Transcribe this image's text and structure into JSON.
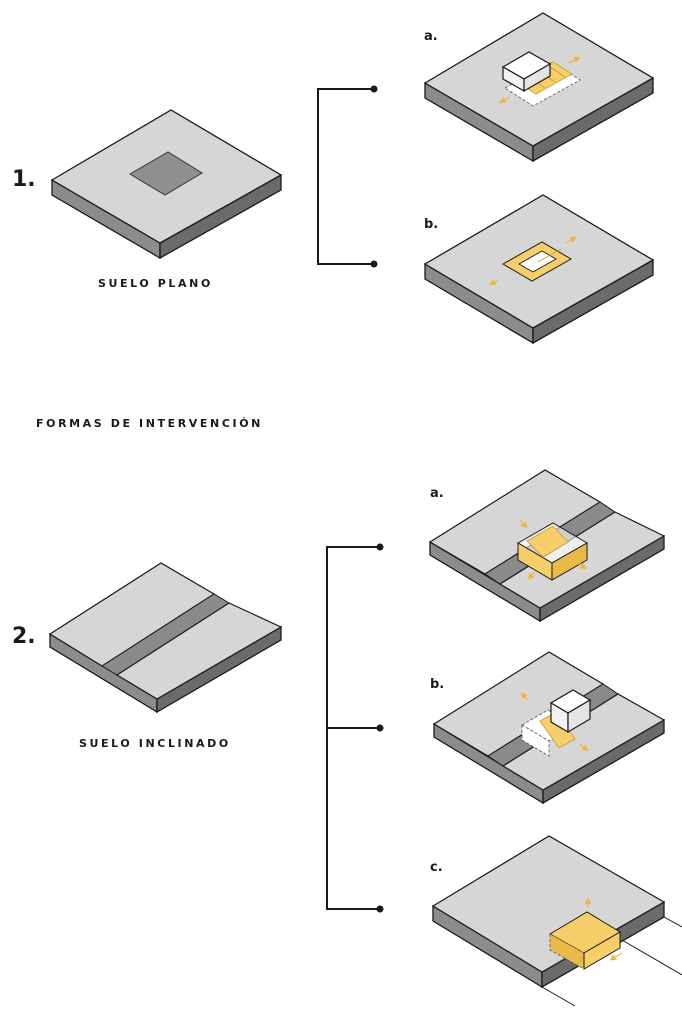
{
  "section_1": {
    "number": "1.",
    "caption": "SUELO PLANO",
    "options": [
      "a.",
      "b."
    ]
  },
  "heading": "FORMAS DE INTERVENCIÓN",
  "section_2": {
    "number": "2.",
    "caption": "SUELO INCLINADO",
    "options": [
      "a.",
      "b.",
      "c."
    ]
  },
  "colors": {
    "slab_top": "#d6d6d6",
    "slab_side_left": "#8c8c8c",
    "slab_side_right": "#6b6b6b",
    "groove": "#8a8a8a",
    "intervention": "#f7cf6a",
    "intervention_dark": "#e9b94a",
    "arrow": "#f2b441",
    "ink": "#1a1a1a"
  }
}
